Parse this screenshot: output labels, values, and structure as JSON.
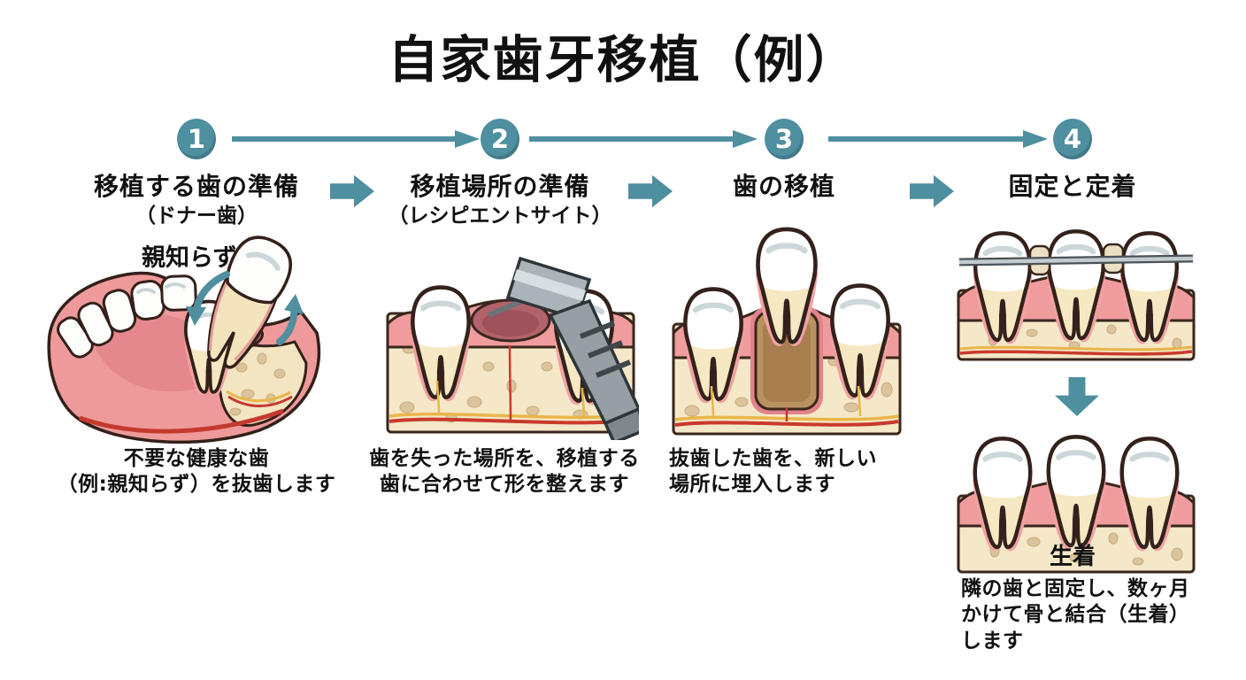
{
  "title": "自家歯牙移植（例）",
  "colors": {
    "accent_teal": "#4e8fa0",
    "text": "#111111",
    "background": "#ffffff",
    "gum_pink": "#f09c9c",
    "bone_beige": "#f5e8c8",
    "tooth_white": "#fdfdfb",
    "root_beige": "#f3e4bd"
  },
  "icons": {
    "flow_arrow": "right-arrow",
    "step_connector": "right-block-arrow",
    "stage_connector": "down-block-arrow"
  },
  "steps": [
    {
      "number": "1",
      "title": "移植する歯の準備",
      "subtitle": "（ドナー歯）",
      "description": "不要な健康な歯\n（例:親知らず）を抜歯します",
      "figure_label": "親知らず"
    },
    {
      "number": "2",
      "title": "移植場所の準備",
      "subtitle": "（レシピエントサイト）",
      "description": "歯を失った場所を、移植する\n歯に合わせて形を整えます"
    },
    {
      "number": "3",
      "title": "歯の移植",
      "description": "抜歯した歯を、新しい\n場所に埋入します"
    },
    {
      "number": "4",
      "title": "固定と定着",
      "description": "隣の歯と固定し、数ヶ月\nかけて骨と結合（生着）\nします",
      "figure_label": "生着"
    }
  ]
}
